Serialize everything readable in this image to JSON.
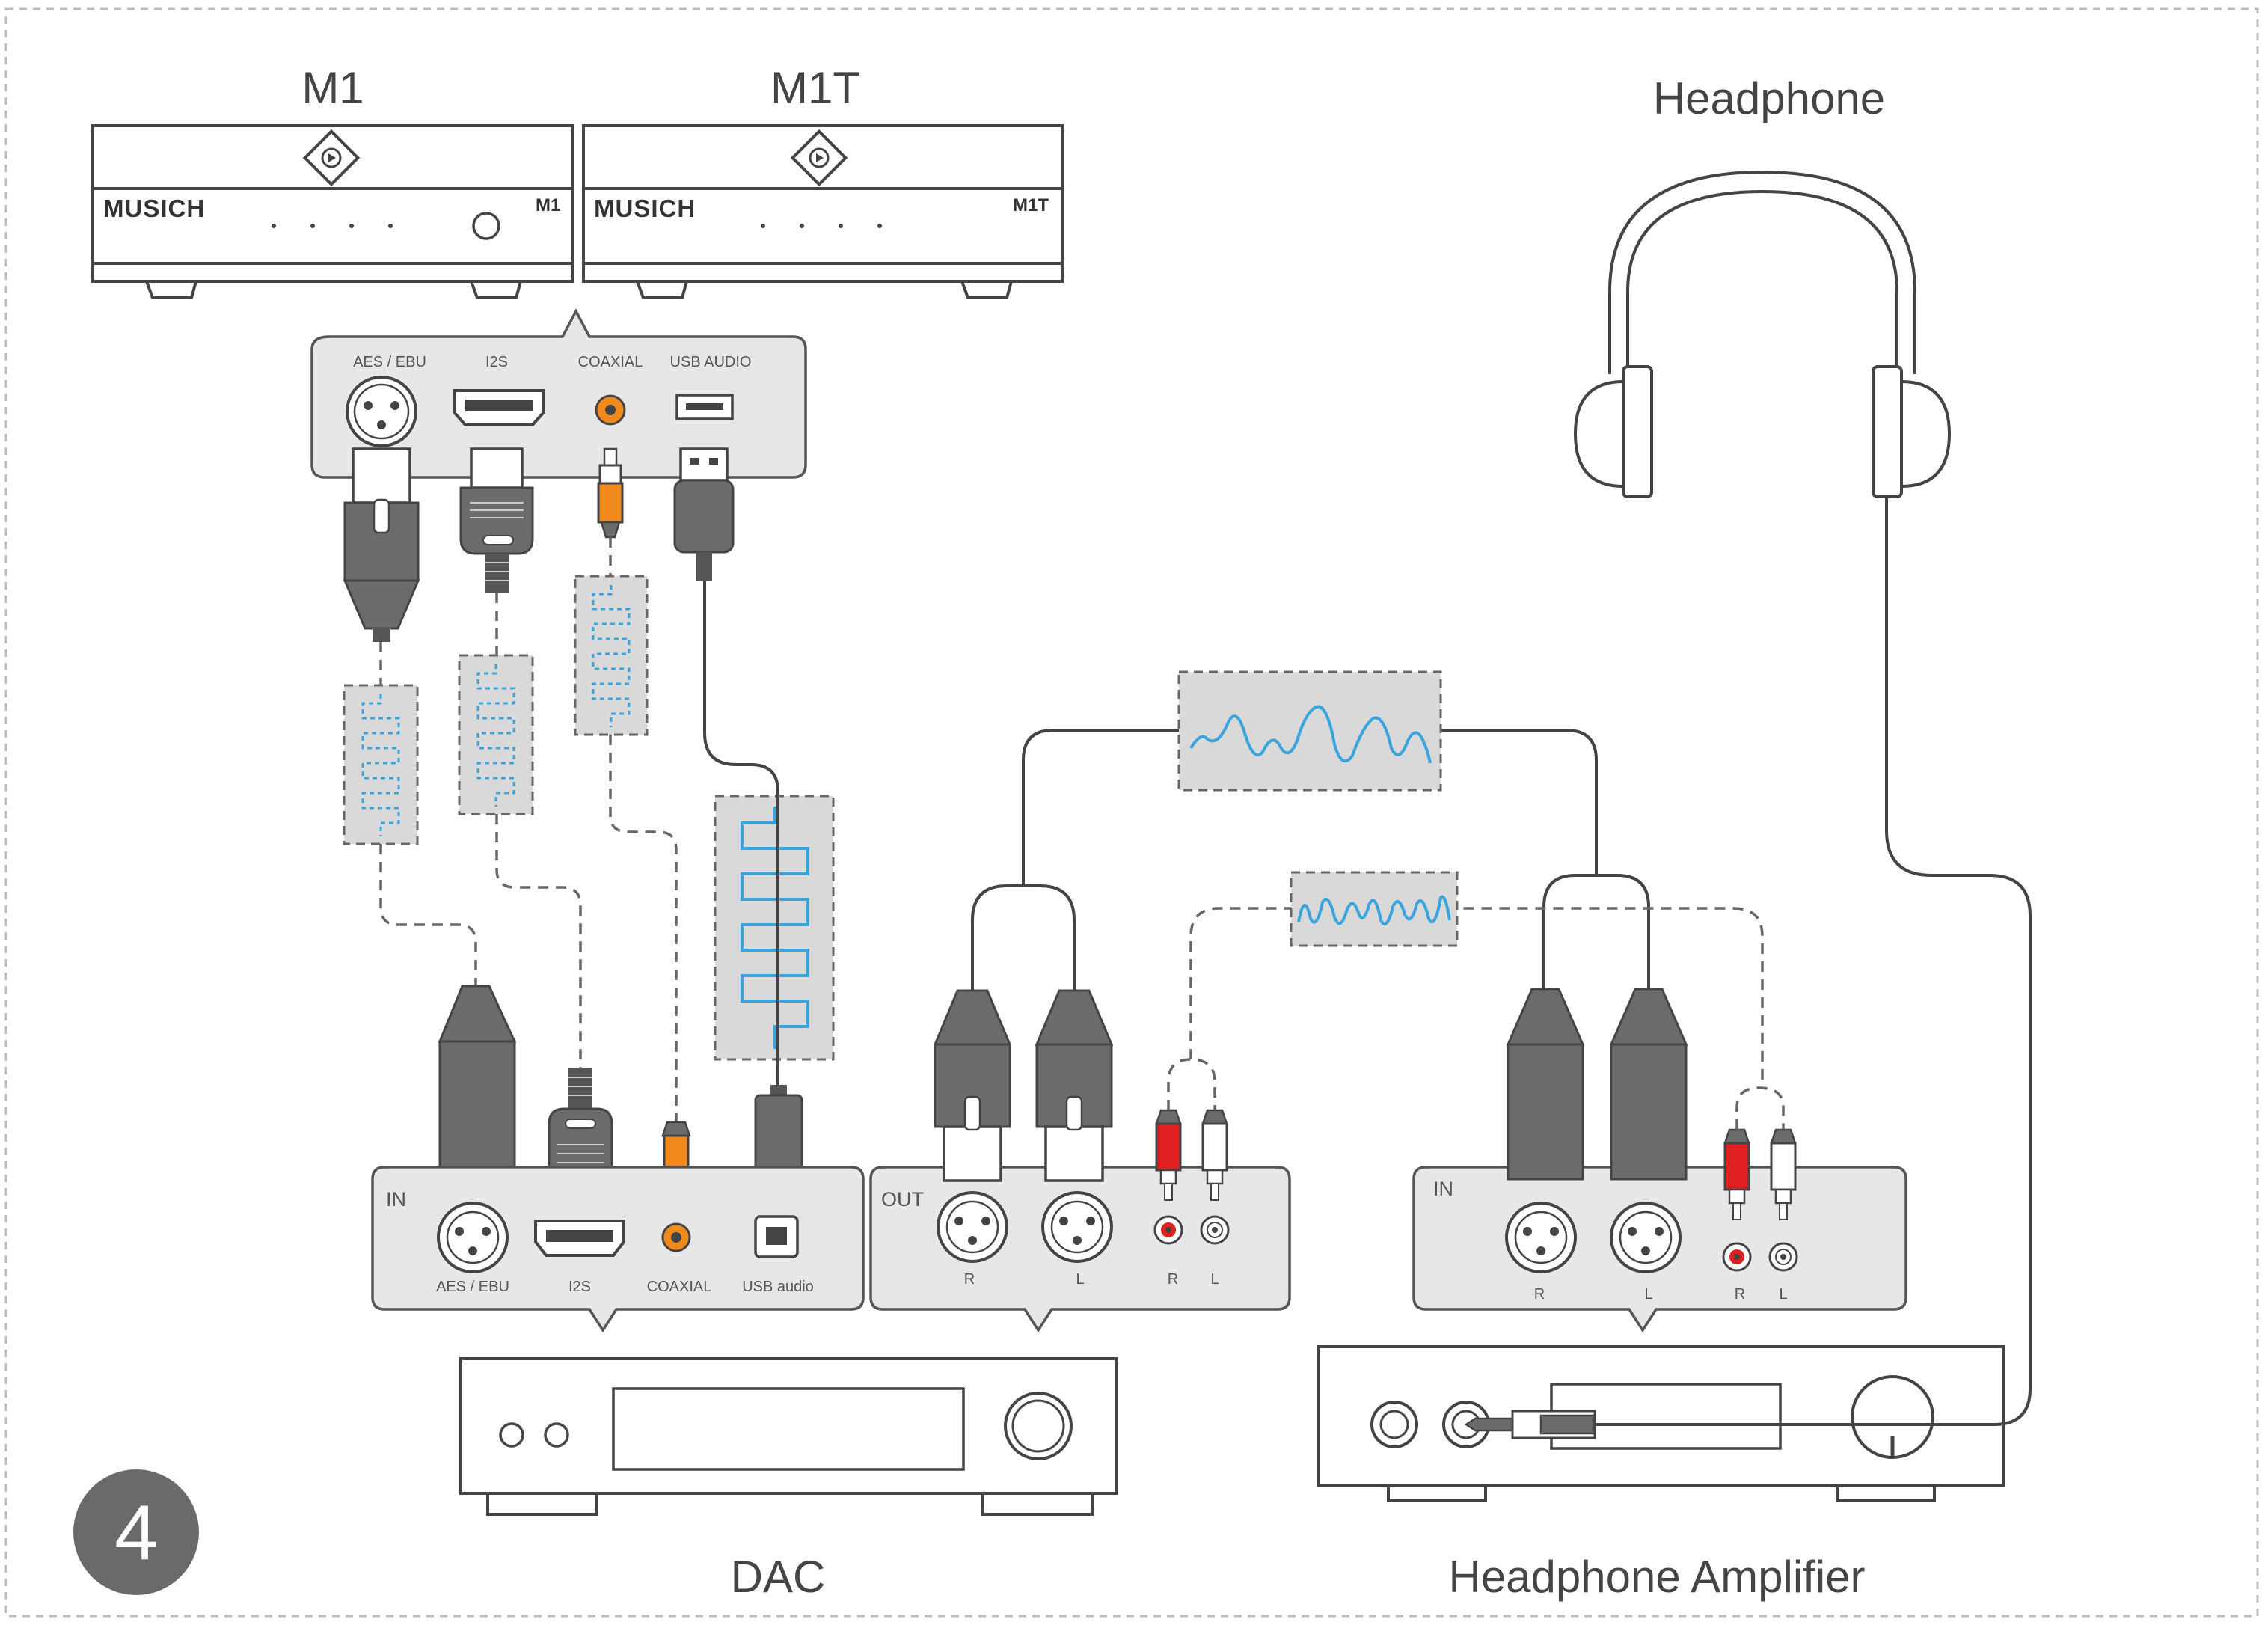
{
  "devices": {
    "m1": {
      "title": "M1",
      "brand": "MUSICH",
      "model": "M1"
    },
    "m1t": {
      "title": "M1T",
      "brand": "MUSICH",
      "model": "M1T"
    },
    "headphone": {
      "title": "Headphone"
    },
    "dac": {
      "title": "DAC"
    },
    "amp": {
      "title": "Headphone Amplifier"
    }
  },
  "source_panel": {
    "ports": [
      "AES / EBU",
      "I2S",
      "COAXIAL",
      "USB AUDIO"
    ]
  },
  "dac_in_panel": {
    "label": "IN",
    "ports": [
      "AES / EBU",
      "I2S",
      "COAXIAL",
      "USB audio"
    ]
  },
  "dac_out_panel": {
    "label": "OUT",
    "ports": [
      "R",
      "L",
      "R",
      "L"
    ]
  },
  "amp_in_panel": {
    "label": "IN",
    "ports": [
      "R",
      "L",
      "R",
      "L"
    ]
  },
  "step": {
    "number": "4"
  },
  "colors": {
    "panel": "#e7e7e7",
    "plug": "#6b6b6b",
    "coaxial": "#f08a1c",
    "rca_red": "#e02020",
    "signal": "#3aa5dd",
    "step_badge": "#6a6a6a"
  }
}
